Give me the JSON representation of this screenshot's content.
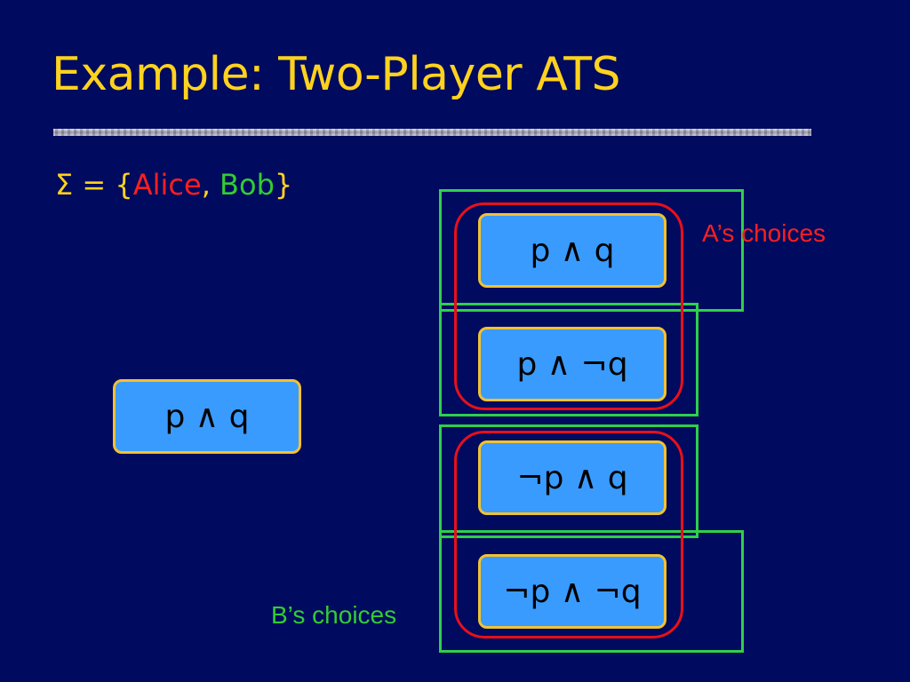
{
  "slide": {
    "title": "Example: Two-Player ATS"
  },
  "players": {
    "sigma_prefix": "Σ = {",
    "alice": "Alice",
    "separator": ", ",
    "bob": "Bob",
    "suffix": "}"
  },
  "initial_state": {
    "label": "p ∧ q"
  },
  "successor_states": [
    {
      "label": "p ∧ q"
    },
    {
      "label": "p ∧ ¬q"
    },
    {
      "label": "¬p ∧ q"
    },
    {
      "label": "¬p ∧ ¬q"
    }
  ],
  "annotations": {
    "a_choices": "A’s choices",
    "b_choices": "B’s choices"
  },
  "colors": {
    "background": "#000a5e",
    "title": "#ffd21e",
    "alice": "#ff1f1f",
    "bob": "#33cc33",
    "state_fill": "#3a9bff",
    "state_border": "#f2c230"
  }
}
